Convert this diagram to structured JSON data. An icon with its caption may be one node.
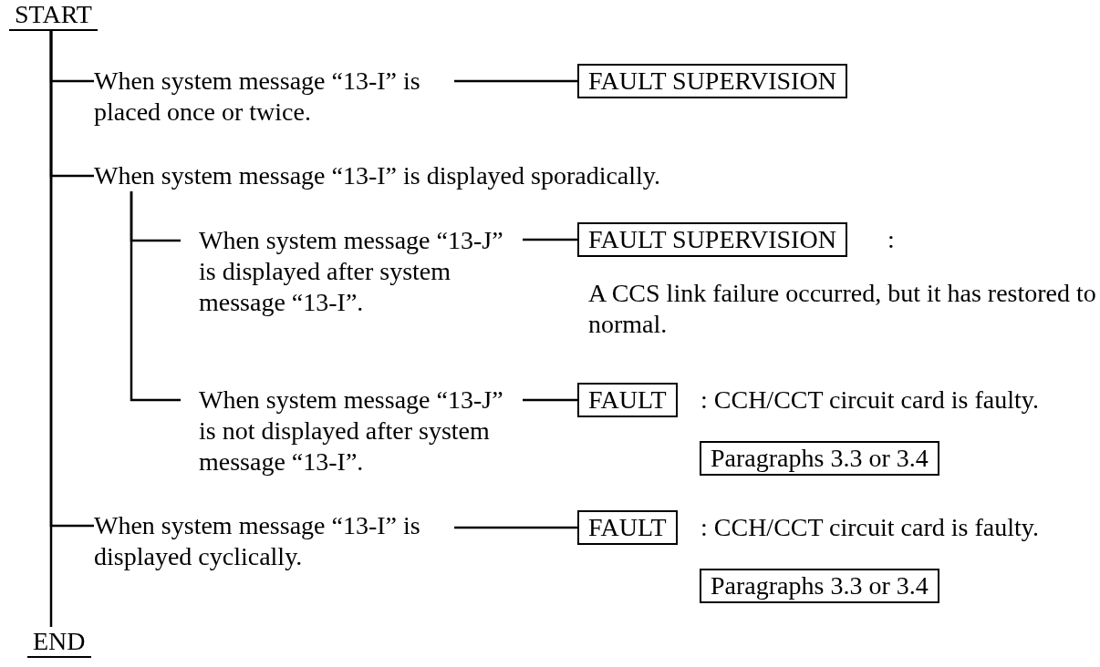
{
  "diagram": {
    "nodes": [
      {
        "text": [
          "START"
        ]
      },
      {
        "text": [
          "When system message “13-I” is placed once or twice."
        ]
      },
      {
        "text": [
          "FAULT SUPERVISION"
        ]
      },
      {
        "text": [
          "When system message “13-I” is displayed sporadically."
        ]
      },
      {
        "text": [
          "When system message “13-J” is displayed after system message “13-I”."
        ]
      },
      {
        "text": [
          "FAULT SUPERVISION"
        ],
        "beside": [
          ":",
          "A CCS link failure occurred, but it has restored to normal."
        ]
      },
      {
        "text": [
          "When system message “13-J” is not displayed after system message “13-I”."
        ]
      },
      {
        "text": [
          "FAULT"
        ],
        "beside": [
          ": CCH/CCT circuit card is faulty."
        ]
      },
      {
        "text": [
          "Paragraphs 3.3 or 3.4"
        ]
      },
      {
        "text": [
          "When system message “13-I” is displayed cyclically."
        ]
      },
      {
        "text": [
          "FAULT"
        ],
        "beside": [
          ": CCH/CCT circuit card is faulty."
        ]
      },
      {
        "text": [
          "Paragraphs 3.3 or 3.4"
        ]
      },
      {
        "text": [
          "END"
        ]
      }
    ],
    "edges": [
      {
        "from": 0,
        "to": 1,
        "arrow": "none"
      },
      {
        "from": 1,
        "to": 2,
        "arrow": "none"
      },
      {
        "from": 0,
        "to": 3,
        "arrow": "none"
      },
      {
        "from": 3,
        "to": 4,
        "arrow": "none"
      },
      {
        "from": 4,
        "to": 5,
        "arrow": "none"
      },
      {
        "from": 3,
        "to": 6,
        "arrow": "none"
      },
      {
        "from": 6,
        "to": 7,
        "arrow": "none"
      },
      {
        "from": 0,
        "to": 9,
        "arrow": "none"
      },
      {
        "from": 9,
        "to": 10,
        "arrow": "none"
      },
      {
        "from": 0,
        "to": 12,
        "arrow": "none"
      }
    ]
  }
}
